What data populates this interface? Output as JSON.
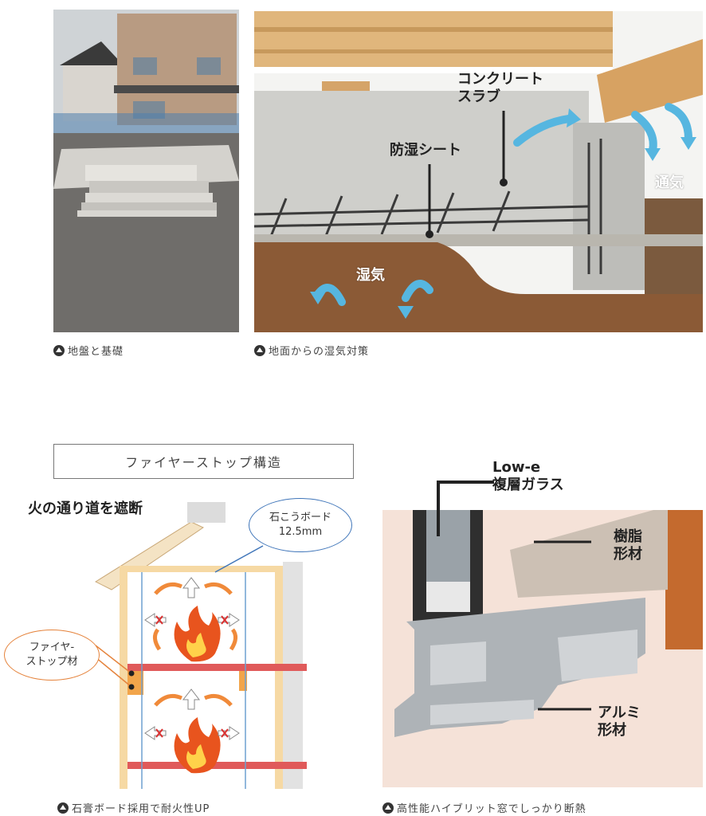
{
  "top_left": {
    "caption": "地盤と基礎"
  },
  "top_right": {
    "labels": {
      "concrete_line1": "コンクリート",
      "concrete_line2": "スラブ",
      "moisture_sheet": "防湿シート",
      "ventilation": "通気",
      "humidity": "湿気"
    },
    "caption": "地面からの湿気対策"
  },
  "fire": {
    "title": "ファイヤーストップ構造",
    "heading": "火の通り道を遮断",
    "bubble_line1": "石こうボード",
    "bubble_line2": "12.5mm",
    "material_line1": "ファイヤ-",
    "material_line2": "ストップ材",
    "caption": "石膏ボード採用で耐火性UP",
    "colors": {
      "stud": "#f6d9a4",
      "beam": "#e05a5a",
      "flame": "#e8541e",
      "arrow": "#f08a3a"
    }
  },
  "window": {
    "glass_line1": "Low-e",
    "glass_line2": "複層ガラス",
    "resin_line1": "樹脂",
    "resin_line2": "形材",
    "alu_line1": "アルミ",
    "alu_line2": "形材",
    "caption": "高性能ハイブリット窓でしっかり断熱"
  }
}
